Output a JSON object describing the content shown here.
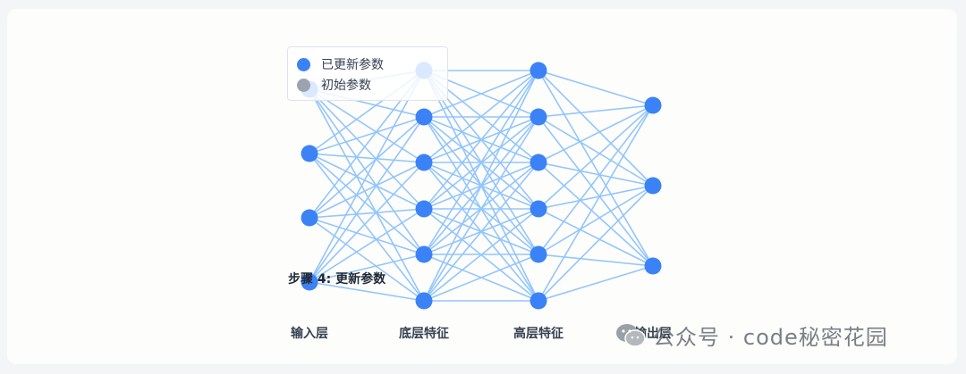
{
  "legend": [
    {
      "label": "已更新参数",
      "color": "#3b82f6"
    },
    {
      "label": "初始参数",
      "color": "#9ca3af"
    }
  ],
  "step_label": "步骤 4: 更新参数",
  "layers": [
    {
      "label": "输入层",
      "nodes": 4
    },
    {
      "label": "底层特征",
      "nodes": 6
    },
    {
      "label": "高层特征",
      "nodes": 6
    },
    {
      "label": "输出层",
      "nodes": 3
    }
  ],
  "colors": {
    "node_updated": "#3b82f6",
    "edge": "#93c5fd"
  },
  "watermark": "公众号 · code秘密花园",
  "watermark_icon": "wechat-icon"
}
